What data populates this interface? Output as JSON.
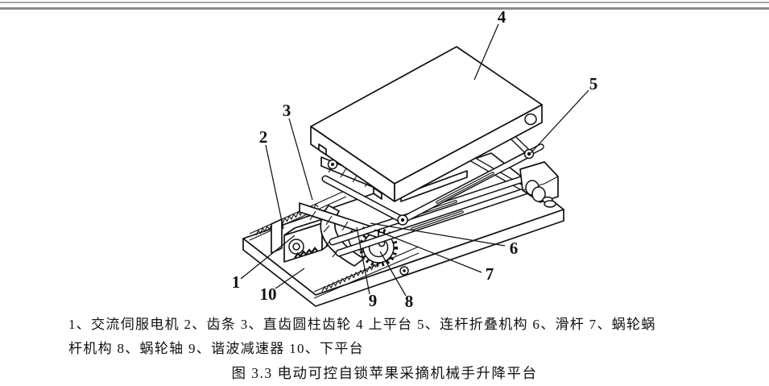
{
  "figure": {
    "callouts": [
      "1",
      "2",
      "3",
      "4",
      "5",
      "6",
      "7",
      "8",
      "9",
      "10"
    ],
    "parts_caption_lines": [
      "1、交流伺服电机 2、齿条 3、直齿圆柱齿轮 4 上平台 5、连杆折叠机构 6、滑杆 7、蜗轮蜗",
      "杆机构 8、蜗轮轴 9、谐波减速器 10、下平台"
    ],
    "title": "图 3.3 电动可控自锁苹果采摘机械手升降平台"
  },
  "colors": {
    "background": "#ffffff",
    "line": "#111111",
    "header_rule_top": "#a8a8a8",
    "header_rule_bottom": "#8b8b8b"
  }
}
